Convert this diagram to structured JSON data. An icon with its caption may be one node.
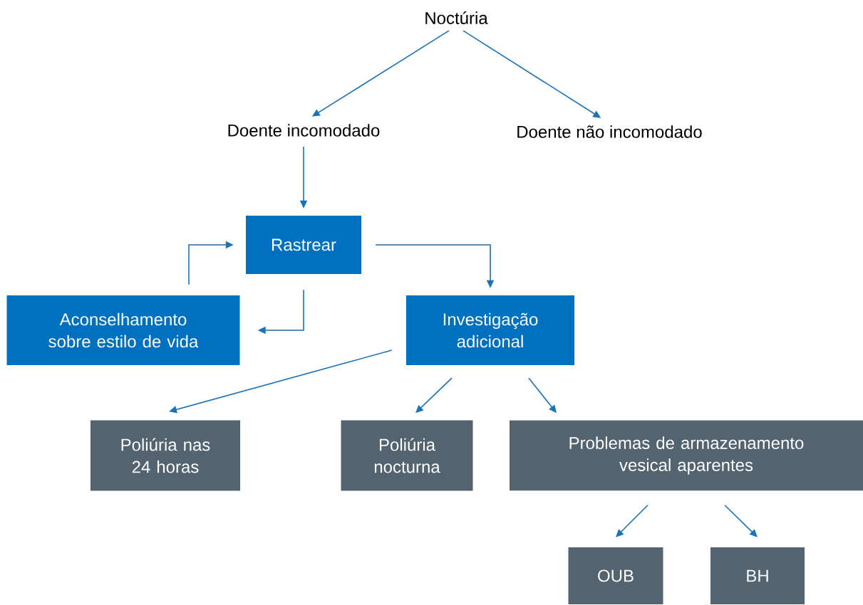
{
  "diagram": {
    "nodes": [
      {
        "text": [
          "Noctúria"
        ]
      },
      {
        "text": [
          "Doente incomodado"
        ]
      },
      {
        "text": [
          "Doente não incomodado"
        ]
      },
      {
        "text": [
          "Rastrear"
        ]
      },
      {
        "text": [
          "Aconselhamento sobre estilo de vida"
        ]
      },
      {
        "text": [
          "Investigação adicional"
        ]
      },
      {
        "text": [
          "Poliúria nas 24 horas"
        ]
      },
      {
        "text": [
          "Poliúria nocturna"
        ]
      },
      {
        "text": [
          "Problemas de armazenamento vesical aparentes"
        ]
      },
      {
        "text": [
          "OUB"
        ]
      },
      {
        "text": [
          "BH"
        ]
      }
    ],
    "edges": [
      {
        "from": 0,
        "to": 1,
        "arrow": "to"
      },
      {
        "from": 0,
        "to": 2,
        "arrow": "to"
      },
      {
        "from": 1,
        "to": 3,
        "arrow": "to"
      },
      {
        "from": 3,
        "to": 5,
        "arrow": "to"
      },
      {
        "from": 3,
        "to": 4,
        "arrow": "to"
      },
      {
        "from": 4,
        "to": 3,
        "arrow": "to"
      },
      {
        "from": 5,
        "to": 6,
        "arrow": "to"
      },
      {
        "from": 5,
        "to": 7,
        "arrow": "to"
      },
      {
        "from": 5,
        "to": 8,
        "arrow": "to"
      },
      {
        "from": 8,
        "to": 9,
        "arrow": "to"
      },
      {
        "from": 8,
        "to": 10,
        "arrow": "to"
      }
    ]
  }
}
